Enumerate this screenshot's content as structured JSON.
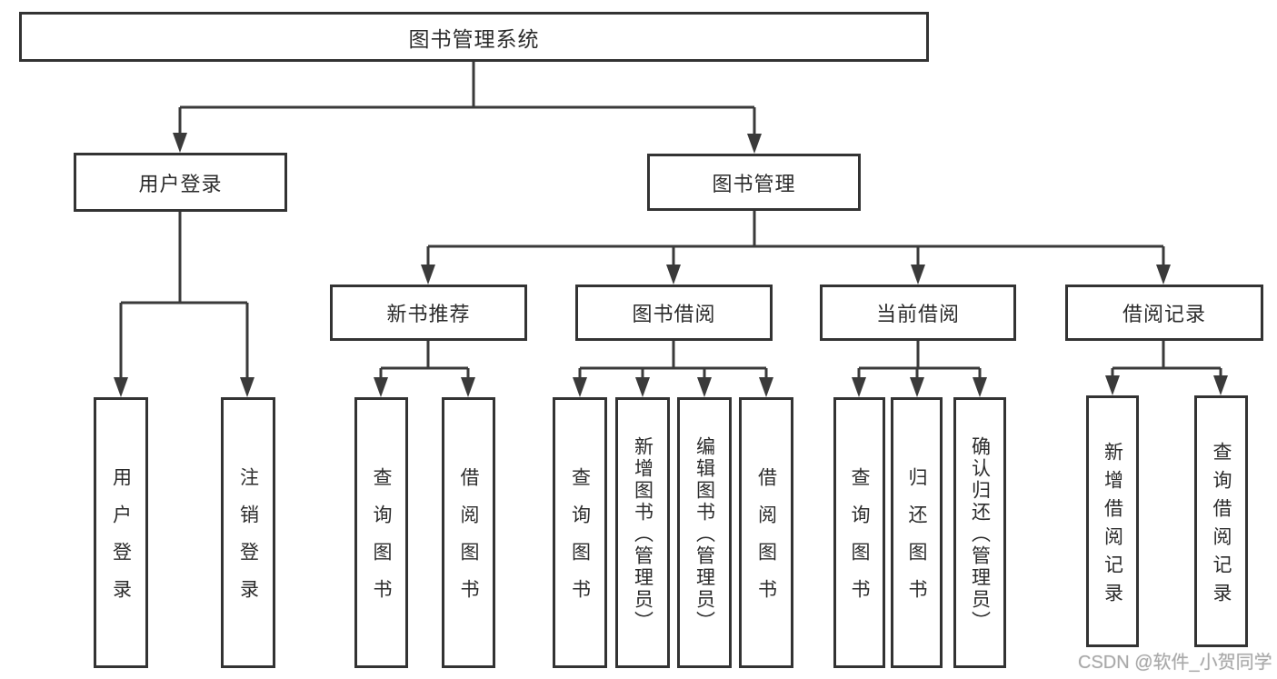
{
  "diagram": {
    "type": "hierarchy-tree",
    "colors": {
      "background": "#ffffff",
      "box_border": "#333333",
      "connector_line": "#3a3a3a",
      "text": "#2b2b2b",
      "watermark": "#a9a9a9"
    },
    "nodes": {
      "root": "图书管理系统",
      "user_login": "用户登录",
      "book_mgmt": "图书管理",
      "new_books": "新书推荐",
      "book_borrow": "图书借阅",
      "current_borrow": "当前借阅",
      "borrow_records": "借阅记录",
      "leaf_user_login": "用户登录",
      "leaf_logout": "注销登录",
      "leaf_nb_query": "查询图书",
      "leaf_nb_borrow": "借阅图书",
      "leaf_bb_query": "查询图书",
      "leaf_bb_add": "新增图书（管理员）",
      "leaf_bb_edit": "编辑图书（管理员）",
      "leaf_bb_borrow": "借阅图书",
      "leaf_cb_query": "查询图书",
      "leaf_cb_return": "归还图书",
      "leaf_cb_confirm": "确认归还（管理员）",
      "leaf_br_add": "新增借阅记录",
      "leaf_br_query": "查询借阅记录"
    },
    "hierarchy": {
      "图书管理系统": [
        "用户登录",
        "图书管理"
      ],
      "用户登录": [
        "用户登录",
        "注销登录"
      ],
      "图书管理": [
        "新书推荐",
        "图书借阅",
        "当前借阅",
        "借阅记录"
      ],
      "新书推荐": [
        "查询图书",
        "借阅图书"
      ],
      "图书借阅": [
        "查询图书",
        "新增图书（管理员）",
        "编辑图书（管理员）",
        "借阅图书"
      ],
      "当前借阅": [
        "查询图书",
        "归还图书",
        "确认归还（管理员）"
      ],
      "借阅记录": [
        "新增借阅记录",
        "查询借阅记录"
      ]
    },
    "watermark": "CSDN @软件_小贺同学"
  }
}
